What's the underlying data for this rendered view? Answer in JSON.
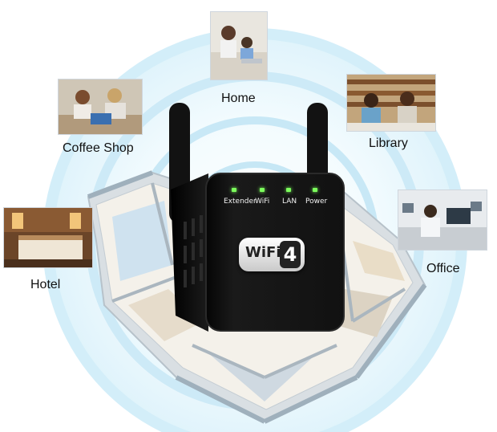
{
  "scene": {
    "locations": [
      {
        "label": "Home"
      },
      {
        "label": "Coffee Shop"
      },
      {
        "label": "Library"
      },
      {
        "label": "Hotel"
      },
      {
        "label": "Office"
      }
    ],
    "device": {
      "leds": [
        "Extender",
        "WiFi",
        "LAN",
        "Power"
      ],
      "badge_text": "WiFi",
      "badge_number": "4"
    }
  },
  "colors": {
    "ring": "#bfe7f7",
    "device_body": "#141414",
    "led_green": "#7cff5c"
  }
}
